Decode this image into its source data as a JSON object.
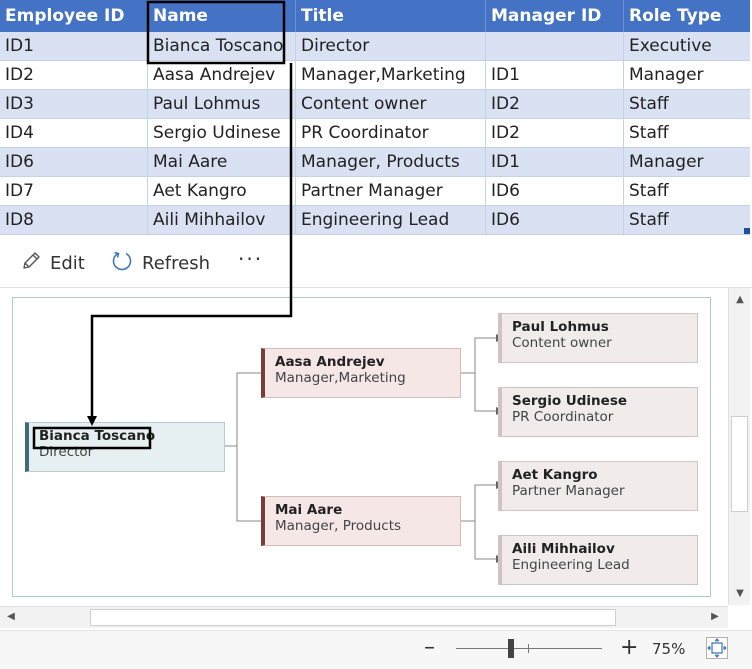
{
  "table": {
    "columns": [
      "Employee ID",
      "Name",
      "Title",
      "Manager ID",
      "Role Type"
    ],
    "rows": [
      [
        "ID1",
        "Bianca Toscano",
        "Director",
        "",
        "Executive"
      ],
      [
        "ID2",
        "Aasa Andrejev",
        "Manager,Marketing",
        "ID1",
        "Manager"
      ],
      [
        "ID3",
        "Paul Lohmus",
        "Content owner",
        "ID2",
        "Staff"
      ],
      [
        "ID4",
        "Sergio Udinese",
        "PR Coordinator",
        "ID2",
        "Staff"
      ],
      [
        "ID6",
        "Mai Aare",
        "Manager, Products",
        "ID1",
        "Manager"
      ],
      [
        "ID7",
        "Aet Kangro",
        "Partner Manager",
        "ID6",
        "Staff"
      ],
      [
        "ID8",
        "Aili Mihhailov",
        "Engineering Lead",
        "ID6",
        "Staff"
      ]
    ],
    "header_color": "#4472c4",
    "band_color": "#d9e1f2"
  },
  "toolbar": {
    "edit_label": "Edit",
    "edit_icon": "pencil-icon",
    "refresh_label": "Refresh",
    "refresh_icon": "refresh-icon",
    "more_label": "···"
  },
  "org": {
    "root": {
      "name": "Bianca Toscano",
      "title": "Director"
    },
    "managers": [
      {
        "name": "Aasa Andrejev",
        "title": "Manager,Marketing"
      },
      {
        "name": "Mai Aare",
        "title": "Manager, Products"
      }
    ],
    "staff": [
      {
        "name": "Paul Lohmus",
        "title": "Content owner"
      },
      {
        "name": "Sergio Udinese",
        "title": "PR Coordinator"
      },
      {
        "name": "Aet Kangro",
        "title": "Partner Manager"
      },
      {
        "name": "Aili Mihhailov",
        "title": "Engineering Lead"
      }
    ]
  },
  "zoom": {
    "minus_label": "–",
    "plus_label": "+",
    "value_label": "75%",
    "value": 75,
    "min": 0,
    "max": 200
  }
}
